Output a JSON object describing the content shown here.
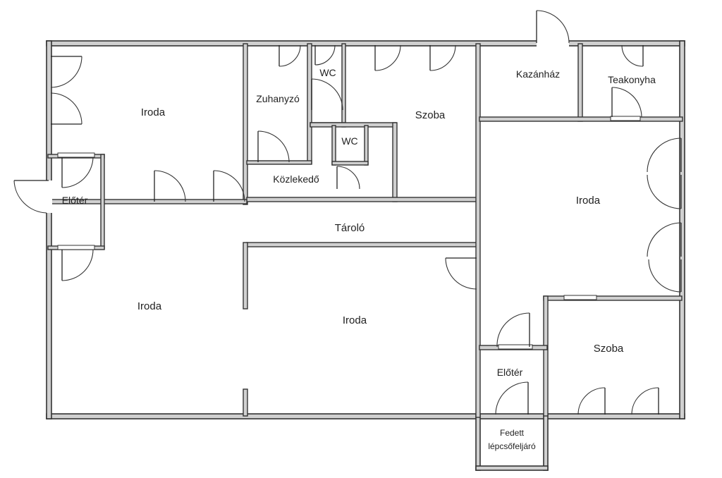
{
  "rooms": {
    "iroda_top_left": "Iroda",
    "zuhanyzo": "Zuhanyzó",
    "wc_top": "WC",
    "wc_mid": "WC",
    "szoba_top": "Szoba",
    "kazanhaz": "Kazánház",
    "teakonyha": "Teakonyha",
    "eloter_left": "Előtér",
    "kozlekedo": "Közlekedő",
    "tarolo": "Tároló",
    "iroda_right": "Iroda",
    "iroda_bottom_left": "Iroda",
    "iroda_bottom_mid": "Iroda",
    "szoba_bottom": "Szoba",
    "eloter_bottom": "Előtér",
    "fedett_line1": "Fedett",
    "fedett_line2": "lépcsőfeljáró"
  },
  "colors": {
    "wall_fill": "#d0d0d0",
    "line": "#333333",
    "background": "#ffffff"
  }
}
